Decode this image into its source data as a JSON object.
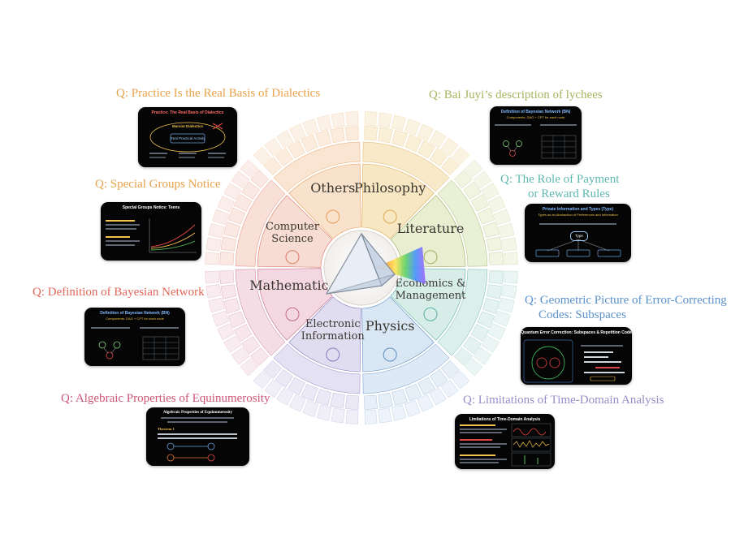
{
  "wheel": {
    "sectors": [
      {
        "id": "philosophy",
        "lines": [
          "Philosophy"
        ],
        "color": "#d59b38",
        "fill": "#f6e3b8",
        "icon": "column-icon"
      },
      {
        "id": "literature",
        "lines": [
          "Literature"
        ],
        "color": "#8aa04a",
        "fill": "#e4ecc7",
        "icon": "book-icon"
      },
      {
        "id": "economics",
        "lines": [
          "Economics &",
          "Management"
        ],
        "color": "#3f9d93",
        "fill": "#cfeae5",
        "icon": "bar-chart-icon"
      },
      {
        "id": "physics",
        "lines": [
          "Physics"
        ],
        "color": "#3f78b8",
        "fill": "#d3e2f3",
        "icon": "atom-icon"
      },
      {
        "id": "electronic",
        "lines": [
          "Electronic",
          "Information"
        ],
        "color": "#6f63b0",
        "fill": "#dcd8ee",
        "icon": "chip-icon"
      },
      {
        "id": "mathematics",
        "lines": [
          "Mathematics"
        ],
        "color": "#b34a6e",
        "fill": "#f1d2dc",
        "icon": "triangle-ruler-icon"
      },
      {
        "id": "computer",
        "lines": [
          "Computer",
          "Science"
        ],
        "color": "#d2604a",
        "fill": "#f6d6cc",
        "icon": "laptop-icon"
      },
      {
        "id": "others",
        "lines": [
          "Others"
        ],
        "color": "#e08a3a",
        "fill": "#f8ddc2",
        "icon": "globe-icon"
      }
    ],
    "center_icon": "prism-icon"
  },
  "questions": [
    {
      "id": "q-dialectics",
      "text": "Q: Practice Is the Real Basis of Dialectics",
      "color": "#e7a24a"
    },
    {
      "id": "q-lychees",
      "text": "Q: Bai Juyi’s description of lychees",
      "color": "#a8b45f"
    },
    {
      "id": "q-special-groups",
      "text": "Q: Special Groups Notice",
      "color": "#e7a24a"
    },
    {
      "id": "q-payment",
      "text": "Q: The Role of Payment",
      "text2": "or Reward Rules",
      "color": "#5fb8b0"
    },
    {
      "id": "q-bayesian",
      "text": "Q: Definition of Bayesian Network",
      "color": "#e2685a"
    },
    {
      "id": "q-ecc",
      "text": "Q: Geometric Picture of Error-Correcting",
      "text2": "Codes: Subspaces",
      "color": "#5b92cc"
    },
    {
      "id": "q-equinumerosity",
      "text": "Q: Algebraic Properties of Equinumerosity",
      "color": "#cf5578"
    },
    {
      "id": "q-time-domain",
      "text": "Q: Limitations of Time-Domain Analysis",
      "color": "#9a8cc8"
    }
  ],
  "cards": [
    {
      "id": "card-dialectics",
      "title": "Practice: The Real Basis of Dialectics",
      "subtitle": "",
      "inner": [
        "Marxist Dialectics",
        "Real Practical Activity"
      ]
    },
    {
      "id": "card-lychee",
      "title": "Definition of Bayesian Network (BN)",
      "subtitle": "Components: DAG + CPT for each node"
    },
    {
      "id": "card-special",
      "title": "Special Groups Notice: Teens",
      "subtitle": ""
    },
    {
      "id": "card-payment",
      "title": "Private Information and Types (Type)",
      "subtitle": "Types as an Abstraction of Preferences and Information",
      "inner": [
        "Type"
      ]
    },
    {
      "id": "card-bayesian",
      "title": "Definition of Bayesian Network (BN)",
      "subtitle": "Components: DAG + CPT for each node"
    },
    {
      "id": "card-ecc",
      "title": "Quantum Error Correction: Subspaces & Repetition Code",
      "subtitle": ""
    },
    {
      "id": "card-equi",
      "title": "Algebraic Properties of Equinumerosity",
      "subtitle": "",
      "inner": [
        "Theorem 1"
      ]
    },
    {
      "id": "card-time",
      "title": "Limitations of Time-Domain Analysis",
      "subtitle": ""
    }
  ]
}
